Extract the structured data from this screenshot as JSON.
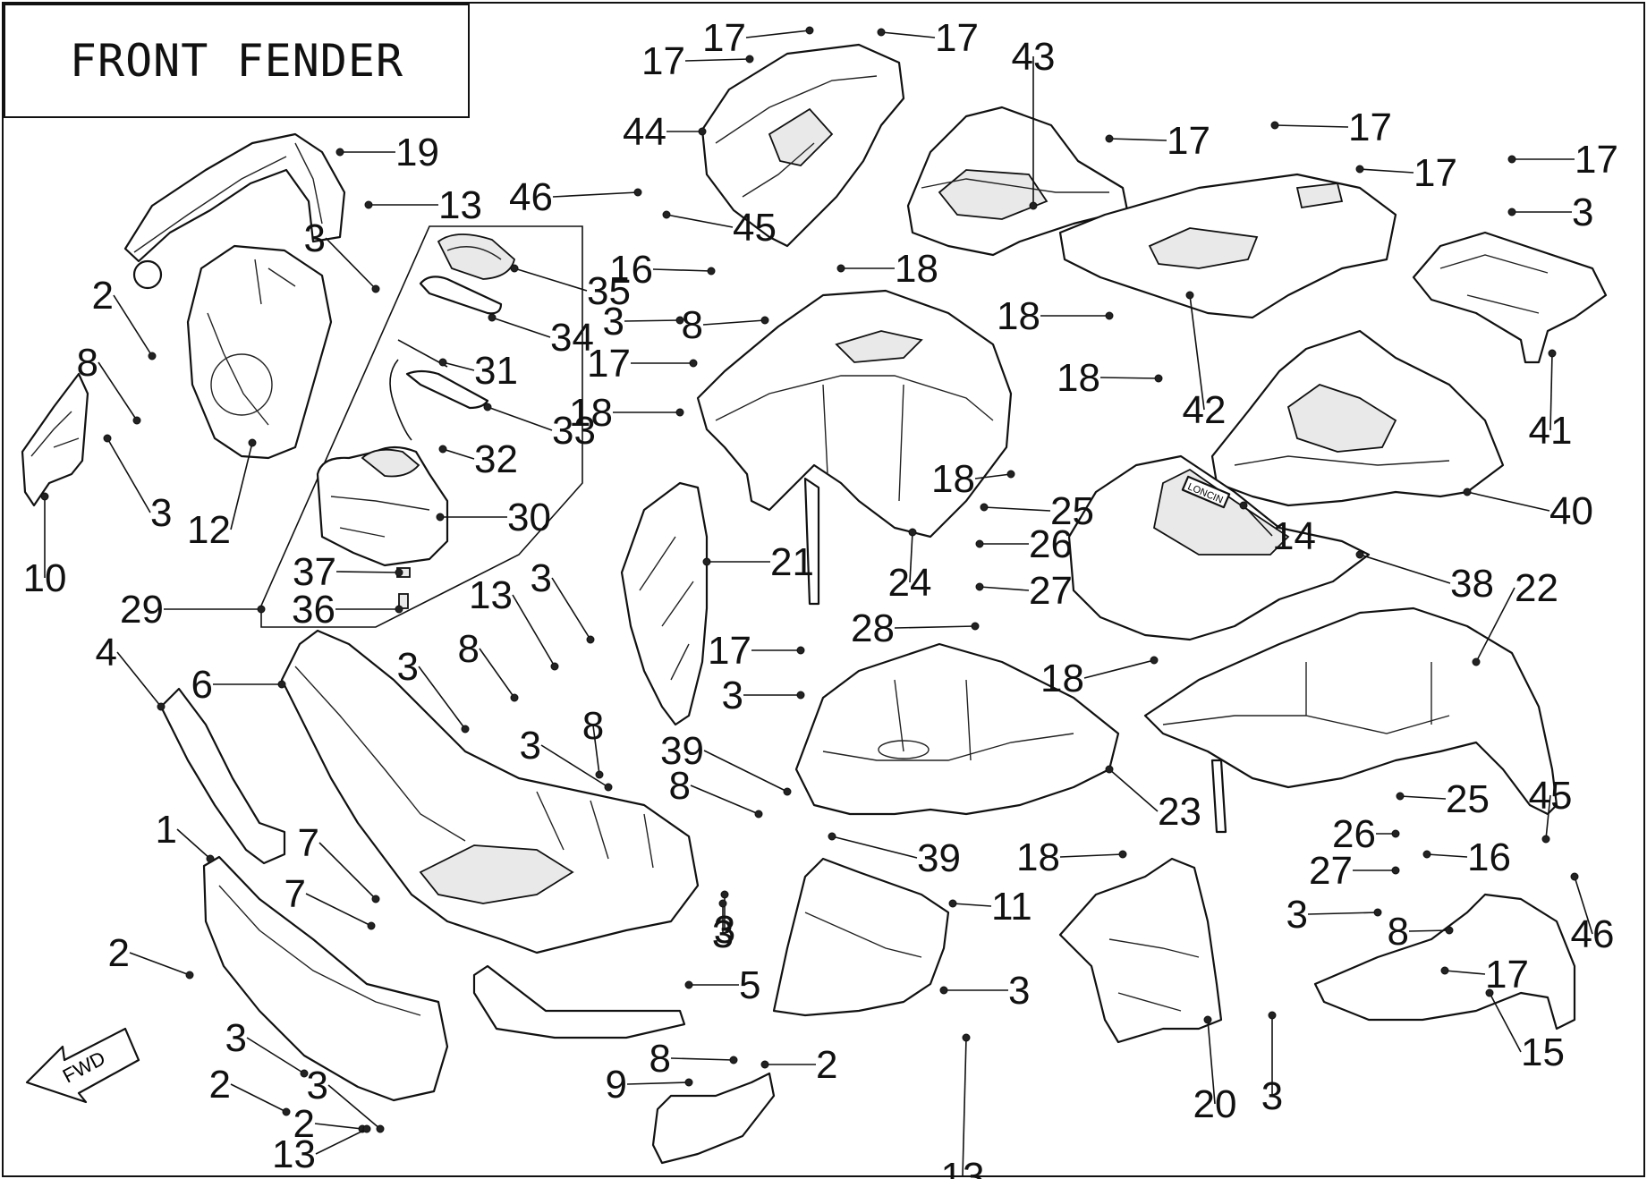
{
  "title": "FRONT FENDER",
  "fwd_label": "FWD",
  "brand_label": "LONCIN",
  "callouts": [
    "17",
    "17",
    "17",
    "43",
    "44",
    "46",
    "45",
    "17",
    "17",
    "17",
    "17",
    "3",
    "19",
    "13",
    "3",
    "35",
    "2",
    "16",
    "18",
    "34",
    "8",
    "8",
    "3",
    "18",
    "31",
    "17",
    "18",
    "33",
    "18",
    "42",
    "41",
    "32",
    "40",
    "3",
    "18",
    "25",
    "14",
    "12",
    "30",
    "21",
    "26",
    "10",
    "37",
    "24",
    "27",
    "38",
    "22",
    "29",
    "36",
    "3",
    "13",
    "4",
    "6",
    "3",
    "8",
    "28",
    "17",
    "18",
    "3",
    "8",
    "3",
    "39",
    "23",
    "8",
    "25",
    "1",
    "45",
    "7",
    "39",
    "18",
    "26",
    "16",
    "7",
    "27",
    "2",
    "3",
    "11",
    "3",
    "8",
    "46",
    "3",
    "17",
    "5",
    "3",
    "15",
    "3",
    "8",
    "2",
    "2",
    "3",
    "13",
    "20",
    "3",
    "2",
    "9",
    "13"
  ]
}
